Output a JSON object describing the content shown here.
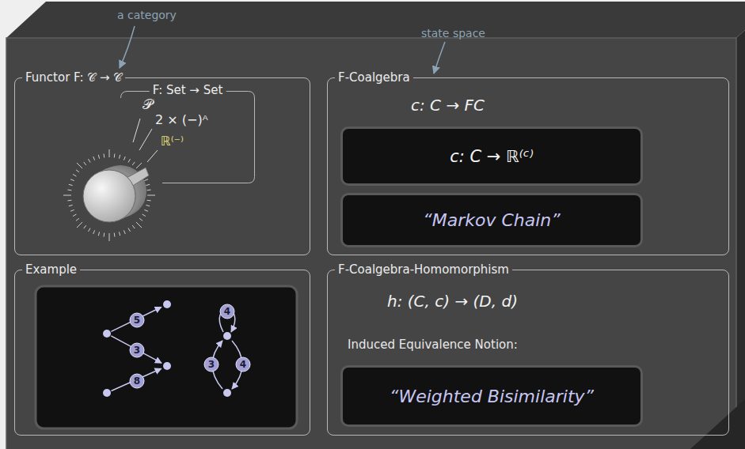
{
  "diagram": {
    "nodes": [
      {
        "text": [
          "Functor F: 𝒞 → 𝒞"
        ]
      },
      {
        "text": [
          "F: Set → Set"
        ],
        "in": 0
      },
      {
        "text": [
          "F-Coalgebra",
          "c: C → FC"
        ]
      },
      {
        "text": [
          "c: C → ℝ⁽ᶜ⁾"
        ],
        "in": 2
      },
      {
        "text": [
          "“Markov Chain”"
        ],
        "in": 2
      },
      {
        "text": [
          "Example"
        ]
      },
      {
        "text": [
          "F-Coalgebra-Homomorphism",
          "h: (C, c) → (D, d)",
          "Induced Equivalence Notion:"
        ]
      },
      {
        "text": [
          "“Weighted Bisimilarity”"
        ],
        "in": 6
      }
    ],
    "labels": [
      "a category",
      "state space",
      "𝒫",
      "2 × (−)ᴬ",
      "ℝ⁽⁻⁾",
      "5",
      "3",
      "8",
      "4",
      "3",
      "4"
    ]
  }
}
